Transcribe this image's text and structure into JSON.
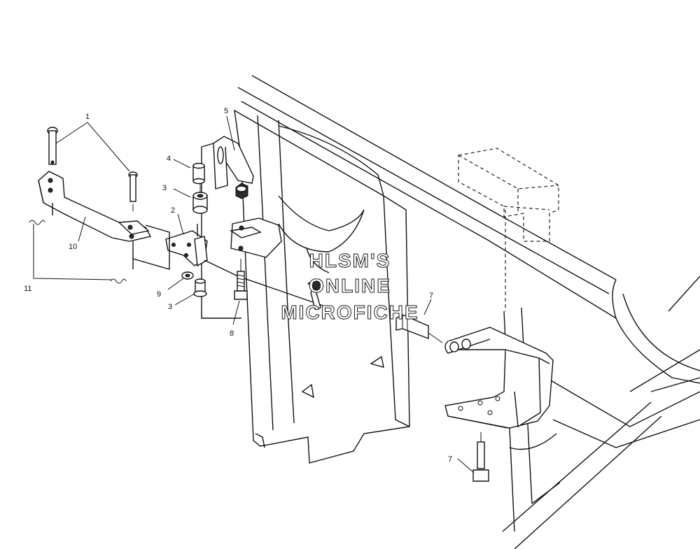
{
  "watermark": {
    "line1": "HLSM'S",
    "line2": "ONLINE",
    "line3": "MICROFICHE"
  },
  "callouts": {
    "c1": "1",
    "c2": "2",
    "c3a": "3",
    "c3b": "3",
    "c4": "4",
    "c5": "5",
    "c7a": "7",
    "c7b": "7",
    "c8": "8",
    "c9": "9",
    "c10": "10",
    "c11": "11"
  }
}
